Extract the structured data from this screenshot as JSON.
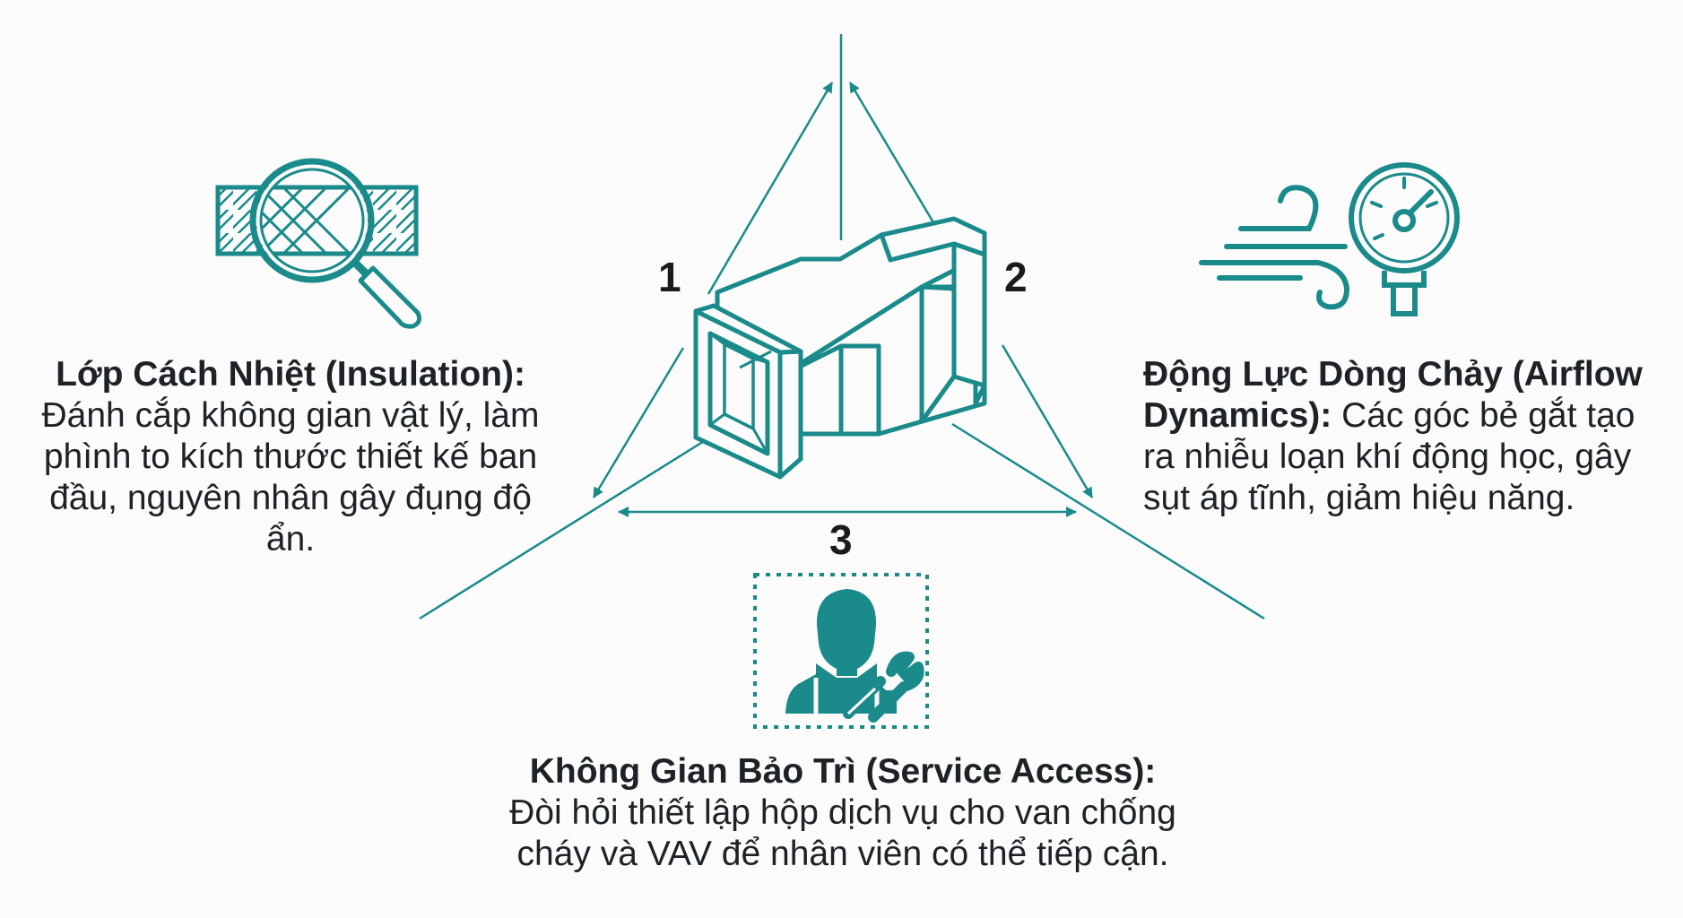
{
  "accent_color": "#1a8a8a",
  "markers": {
    "one": "1",
    "two": "2",
    "three": "3"
  },
  "insulation": {
    "icon": "magnifier-over-insulation-icon",
    "title": "Lớp Cách Nhiệt (Insulation):",
    "body": "Đánh cắp không gian vật lý, làm phình to kích thước thiết kế ban đầu, nguyên nhân gây đụng độ ẩn."
  },
  "airflow": {
    "icon": "wind-pressure-gauge-icon",
    "title": "Động Lực Dòng Chảy (Airflow Dynamics):",
    "body": "Các góc bẻ gắt tạo ra nhiễu loạn khí động học, gây sụt áp tĩnh, giảm hiệu năng."
  },
  "service": {
    "icon": "technician-with-wrench-icon",
    "title": "Không Gian Bảo Trì (Service Access):",
    "body": "Đòi hỏi thiết lập hộp dịch vụ cho van chống cháy và VAV để nhân viên có thể tiếp cận."
  },
  "center": {
    "icon": "duct-transition-icon"
  }
}
